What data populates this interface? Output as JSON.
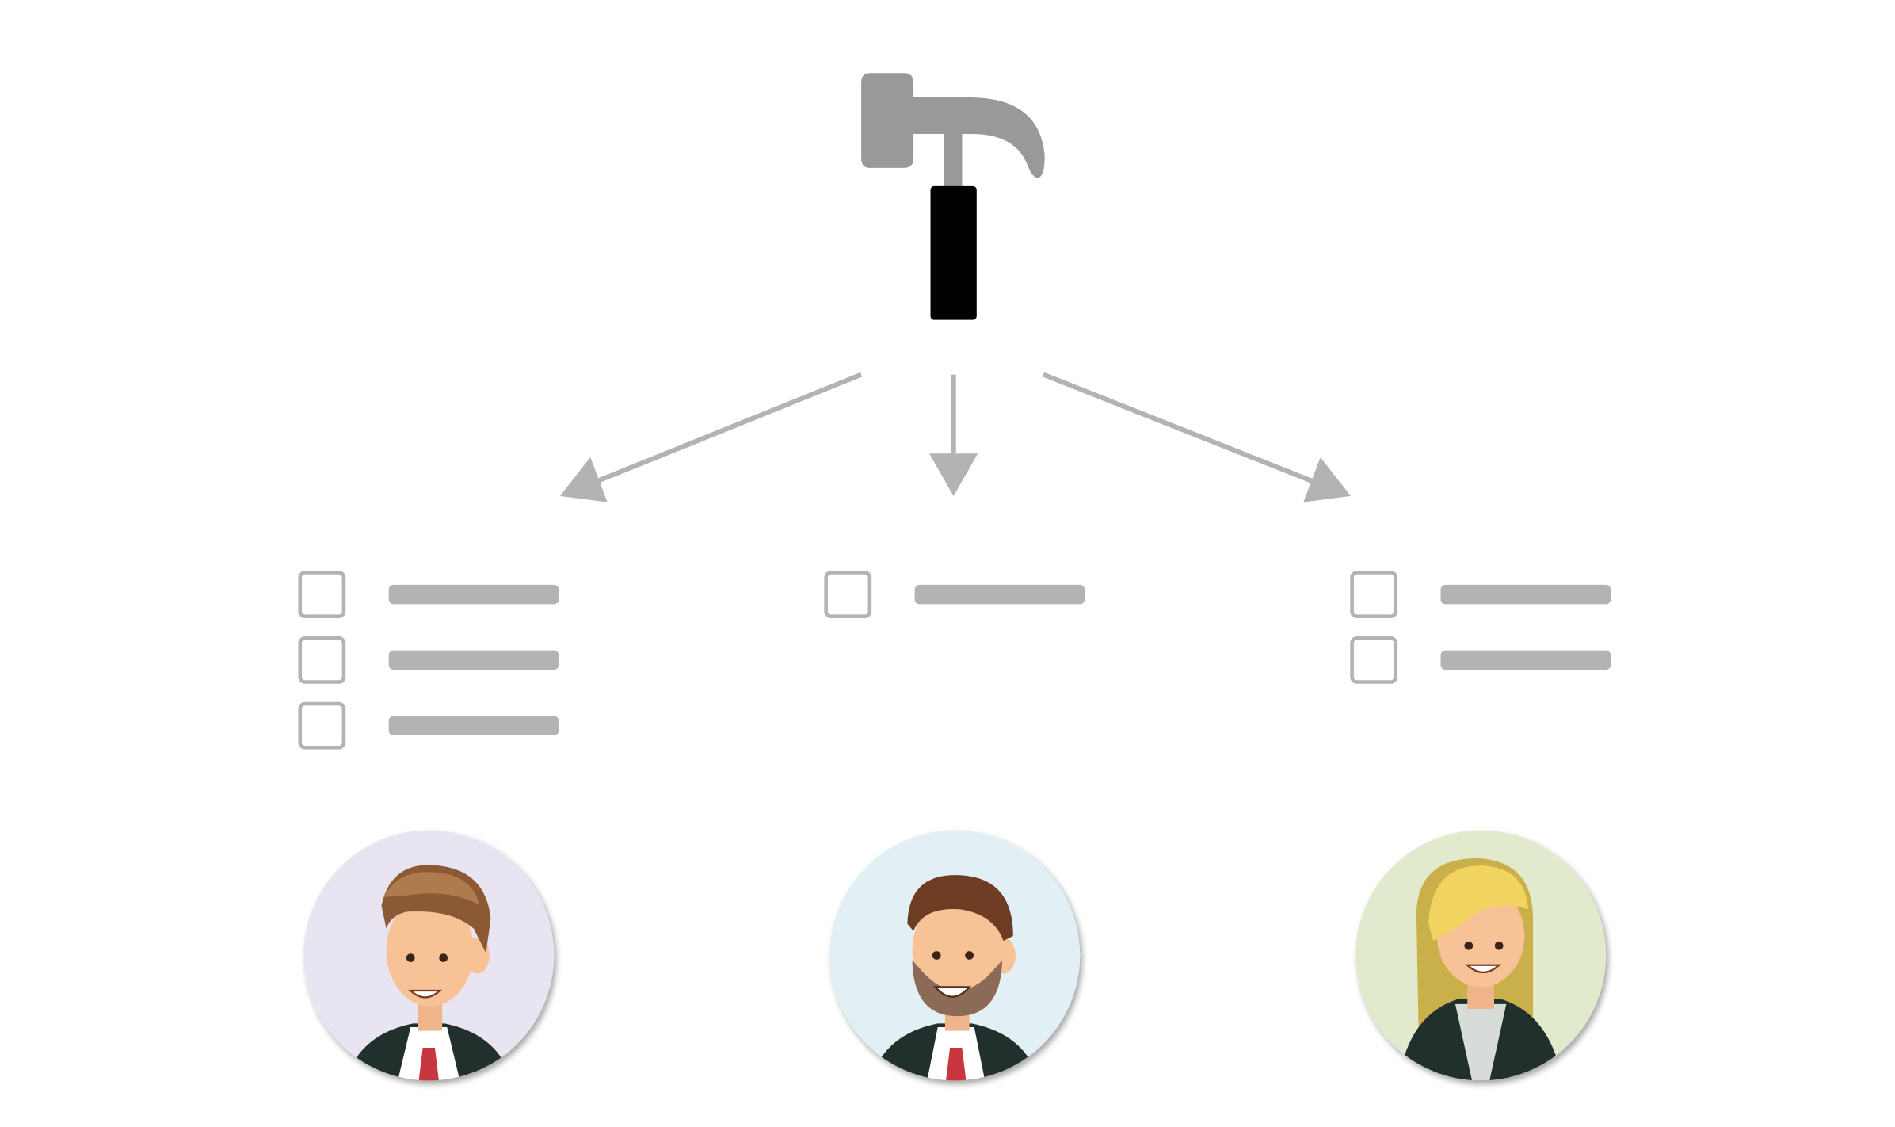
{
  "diagram": {
    "source": {
      "icon": "hammer-icon",
      "head_color": "#999999",
      "handle_color": "#000000"
    },
    "arrow_color": "#b3b3b3",
    "checkbox_border_color": "#b3b3b3",
    "task_bar_color": "#b3b3b3",
    "groups": [
      {
        "id": "left",
        "task_count": 3,
        "avatar": {
          "icon": "man-avatar-icon",
          "background": "#e9e4f1"
        }
      },
      {
        "id": "center",
        "task_count": 1,
        "avatar": {
          "icon": "bearded-man-avatar-icon",
          "background": "#e2f0f5"
        }
      },
      {
        "id": "right",
        "task_count": 2,
        "avatar": {
          "icon": "woman-avatar-icon",
          "background": "#e1eacd"
        }
      }
    ]
  }
}
